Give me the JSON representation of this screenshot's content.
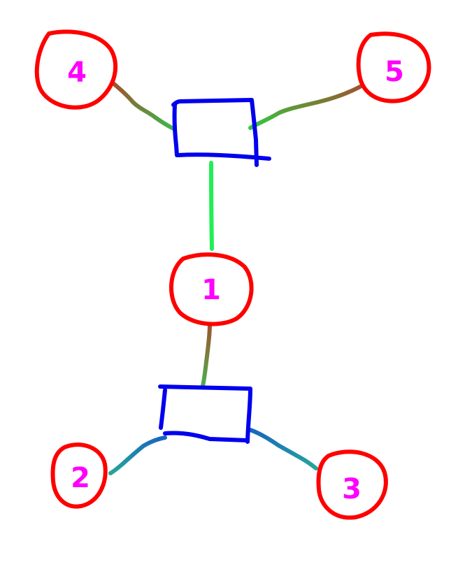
{
  "colors": {
    "circle_stroke": "#ff0000",
    "box_stroke": "#0000ee",
    "label_fill": "#ff00ff",
    "edge_brown": "#a0522d",
    "edge_olive": "#6b8e23",
    "edge_green": "#22ee55",
    "edge_teal": "#1a8f9a"
  },
  "nodes": {
    "n1": {
      "label": "1"
    },
    "n2": {
      "label": "2"
    },
    "n3": {
      "label": "3"
    },
    "n4": {
      "label": "4"
    },
    "n5": {
      "label": "5"
    }
  }
}
